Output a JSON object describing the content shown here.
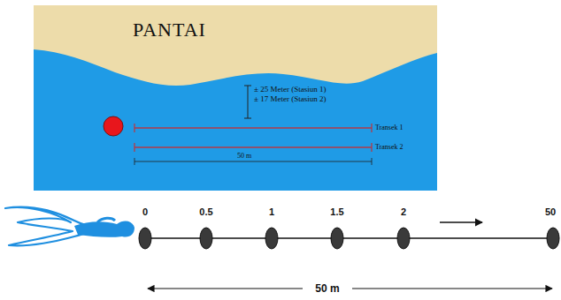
{
  "diagram": {
    "nodes": [
      {
        "text": [
          "PANTAI"
        ]
      }
    ],
    "labels": [
      "± 25 Meter (Stasiun 1)",
      "± 17 Meter (Stasiun 2)",
      "Transek 1",
      "Transek 2",
      "50 m",
      "0",
      "0.5",
      "1",
      "1.5",
      "2",
      "50",
      "50 m"
    ]
  }
}
